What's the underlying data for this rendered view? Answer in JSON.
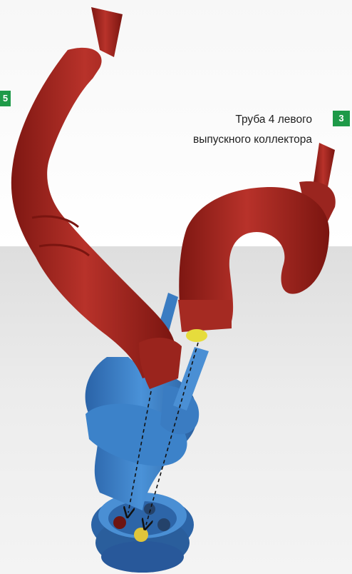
{
  "badges": {
    "left": "5",
    "right": "3"
  },
  "label": {
    "line1": "Труба 4 левого",
    "line2": "выпускного коллектора"
  },
  "colors": {
    "red_pipe": "#a52820",
    "blue_pipe": "#3b7fc6",
    "badge": "#1e9a48",
    "yellow_plug": "#e6dc3c"
  }
}
